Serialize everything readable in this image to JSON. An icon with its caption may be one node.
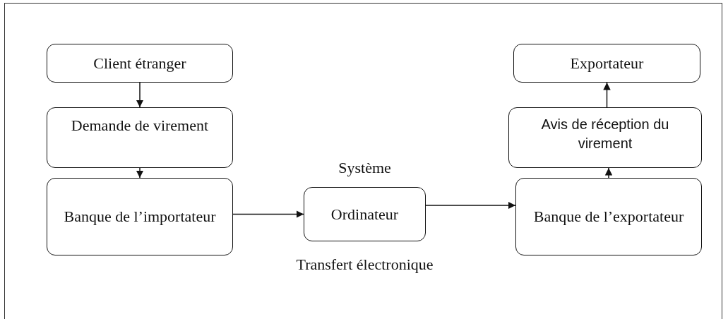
{
  "diagram": {
    "nodes": [
      {
        "text": [
          "Client étranger"
        ]
      },
      {
        "text": [
          "Demande de virement"
        ]
      },
      {
        "text": [
          "Banque de l’importateur"
        ]
      },
      {
        "text": [
          "Système",
          "Ordinateur"
        ],
        "beside": [
          "Transfert électronique"
        ]
      },
      {
        "text": [
          "Exportateur"
        ]
      },
      {
        "text": [
          "Avis de réception du virement"
        ]
      },
      {
        "text": [
          "Banque de l’exportateur"
        ]
      }
    ],
    "edges": [
      {
        "from": 0,
        "to": 1,
        "arrow": "to"
      },
      {
        "from": 1,
        "to": 2,
        "arrow": "to"
      },
      {
        "from": 2,
        "to": 3,
        "arrow": "to"
      },
      {
        "from": 3,
        "to": 6,
        "arrow": "to"
      },
      {
        "from": 6,
        "to": 5,
        "arrow": "to"
      },
      {
        "from": 5,
        "to": 4,
        "arrow": "to"
      }
    ]
  }
}
